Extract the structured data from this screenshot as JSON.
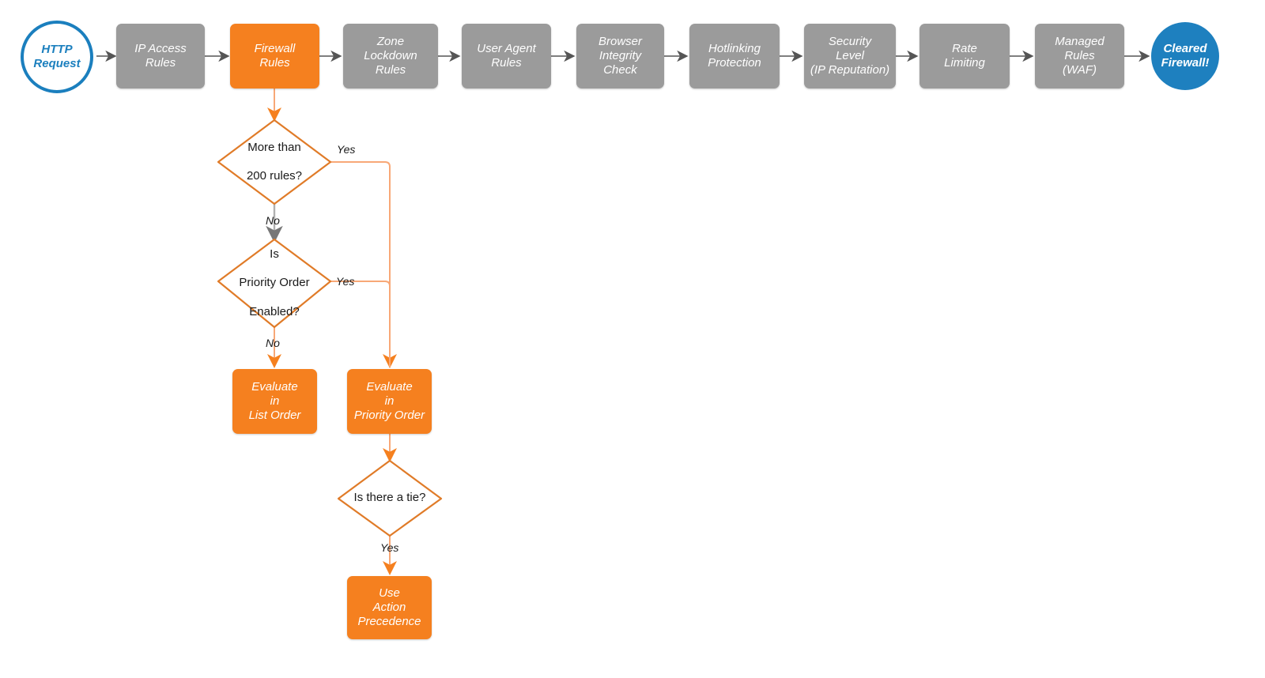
{
  "diagram": {
    "title": "Cloudflare firewall rules evaluation order flowchart",
    "colors": {
      "orange": "#f5801f",
      "gray": "#9b9b9b",
      "blue": "#1e80bf",
      "blue_border": "#1b7fbe",
      "edge_gray": "#555555",
      "edge_orange": "#f5801f",
      "edge_orange_light": "#f8a877",
      "text_dark": "#1a1a1a",
      "white": "#ffffff"
    },
    "pipeline": [
      {
        "id": "http-request",
        "type": "terminator-start",
        "lines": [
          "HTTP",
          "Request"
        ]
      },
      {
        "id": "ip-access-rules",
        "type": "process-gray",
        "lines": [
          "IP Access",
          "Rules"
        ]
      },
      {
        "id": "firewall-rules",
        "type": "process-orange",
        "lines": [
          "Firewall",
          "Rules"
        ]
      },
      {
        "id": "zone-lockdown-rules",
        "type": "process-gray",
        "lines": [
          "Zone",
          "Lockdown",
          "Rules"
        ]
      },
      {
        "id": "user-agent-rules",
        "type": "process-gray",
        "lines": [
          "User Agent",
          "Rules"
        ]
      },
      {
        "id": "browser-integrity-check",
        "type": "process-gray",
        "lines": [
          "Browser",
          "Integrity",
          "Check"
        ]
      },
      {
        "id": "hotlinking-protection",
        "type": "process-gray",
        "lines": [
          "Hotlinking",
          "Protection"
        ]
      },
      {
        "id": "security-level",
        "type": "process-gray",
        "lines": [
          "Security",
          "Level",
          "(IP Reputation)"
        ]
      },
      {
        "id": "rate-limiting",
        "type": "process-gray",
        "lines": [
          "Rate",
          "Limiting"
        ]
      },
      {
        "id": "managed-rules-waf",
        "type": "process-gray",
        "lines": [
          "Managed",
          "Rules",
          "(WAF)"
        ]
      },
      {
        "id": "cleared-firewall",
        "type": "terminator-end",
        "lines": [
          "Cleared",
          "Firewall!"
        ]
      }
    ],
    "decisions": [
      {
        "id": "more-than-200-rules",
        "lines": [
          "More than",
          "200 rules?"
        ]
      },
      {
        "id": "is-priority-order-enabled",
        "lines": [
          "Is",
          "Priority Order",
          "Enabled?"
        ]
      },
      {
        "id": "is-there-a-tie",
        "lines": [
          "Is there a tie?"
        ]
      }
    ],
    "outcomes": [
      {
        "id": "evaluate-in-list-order",
        "lines": [
          "Evaluate",
          "in",
          "List Order"
        ]
      },
      {
        "id": "evaluate-in-priority-order",
        "lines": [
          "Evaluate",
          "in",
          "Priority Order"
        ]
      },
      {
        "id": "use-action-precedence",
        "lines": [
          "Use",
          "Action",
          "Precedence"
        ]
      }
    ],
    "edge_labels": {
      "more200_yes": "Yes",
      "more200_no": "No",
      "priority_yes": "Yes",
      "priority_no": "No",
      "tie_yes": "Yes"
    }
  }
}
